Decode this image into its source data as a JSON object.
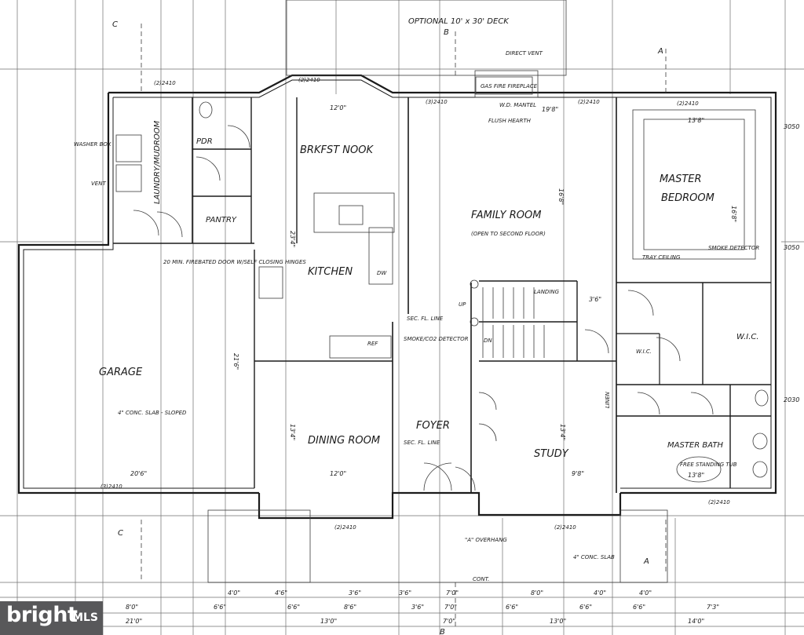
{
  "deck_note": "OPTIONAL 10' x 30' DECK",
  "section_markers": [
    "A",
    "A",
    "B",
    "B",
    "C",
    "C"
  ],
  "rooms": {
    "laundry": "LAUNDRY/MUDROOM",
    "powder": "PDR",
    "pantry": "PANTRY",
    "breakfast": "BRKFST NOOK",
    "kitchen": "KITCHEN",
    "family": "FAMILY ROOM",
    "family_note": "(OPEN TO SECOND FLOOR)",
    "master_bedroom_line1": "MASTER",
    "master_bedroom_line2": "BEDROOM",
    "wic": "W.I.C.",
    "wic_small": "W.I.C.",
    "garage": "GARAGE",
    "dining": "DINING ROOM",
    "foyer": "FOYER",
    "study": "STUDY",
    "master_bath": "MASTER BATH",
    "up": "UP",
    "dn": "DN",
    "landing": "LANDING"
  },
  "notes": {
    "washer": "WASHER BOX",
    "vent": "VENT",
    "fire_door": "20 MIN. FIREBATED DOOR W/SELF CLOSING HINGES",
    "gas_fireplace": "GAS FIRE FIREPLACE",
    "wd_mantel": "W.D. MANTEL",
    "flush_hearth": "FLUSH HEARTH",
    "direct_vent": "DIRECT VENT",
    "tray_ceiling": "TRAY CEILING",
    "smoke_detector": "SMOKE DETECTOR",
    "smoke_co": "SMOKE/CO2 DETECTOR",
    "slab_garage": "4\" CONC. SLAB - SLOPED",
    "slab_porch": "4\" CONC. SLAB",
    "free_standing_tub": "FREE STANDING TUB",
    "overhang": "\"A\" OVERHANG",
    "cont": "CONT.",
    "linen": "LINEN",
    "sec_fl_line": "SEC. FL. LINE",
    "dw": "DW",
    "ref": "REF"
  },
  "dimensions": {
    "breakfast": "12'0\"",
    "family_width": "19'8\"",
    "master_width": "13'8\"",
    "master_depth": "16'8\"",
    "garage_width": "20'6\"",
    "garage_depth": "21'6\"",
    "dining_width": "12'0\"",
    "dining_depth": "13'4\"",
    "study_width": "9'8\"",
    "study_depth": "13'4\"",
    "master_bath": "13'8\"",
    "kitchen_depth": "23'4\"",
    "family_depth": "16'8\"",
    "landing": "3'6\"",
    "bottom_row1": [
      "4'0\"",
      "4'6\"",
      "3'6\"",
      "3'6\"",
      "7'0\"",
      "8'0\"",
      "4'0\"",
      "4'0\""
    ],
    "bottom_row2": [
      "6'6\"",
      "6'6\"",
      "8'6\"",
      "3'6\"",
      "7'0\"",
      "6'6\"",
      "6'6\"",
      "6'6\"",
      "7'3\""
    ],
    "bottom_row3": [
      "8'0\"",
      "21'0\"",
      "13'0\"",
      "7'0\"",
      "13'0\"",
      "14'0\""
    ],
    "side_right": [
      "3050",
      "3050",
      "2030"
    ],
    "window_tags": [
      "(2)2410",
      "(2)2410",
      "(3)2410",
      "(2)2410",
      "(2)2410",
      "(3)2410",
      "(2)2410",
      "(2)2410",
      "(2)2410"
    ]
  },
  "watermark": {
    "brand": "bright",
    "mls": "MLS"
  },
  "colors": {
    "paper": "#ffffff",
    "ink": "#1b1b1b",
    "watermark_bg": "#58585a"
  }
}
